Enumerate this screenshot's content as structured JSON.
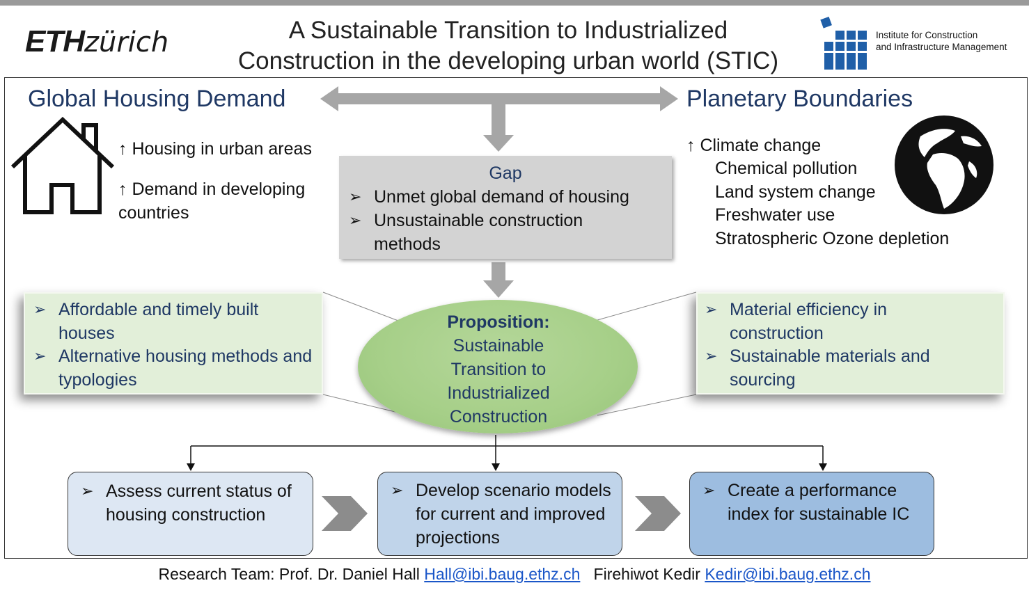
{
  "header": {
    "eth_logo_bold": "ETH",
    "eth_logo_light": "zürich",
    "title_line1": "A Sustainable Transition to Industrialized",
    "title_line2": "Construction in the developing urban world (STIC)",
    "institute_line1": "Institute for Construction",
    "institute_line2": "and Infrastructure Management"
  },
  "left": {
    "heading": "Global Housing Demand",
    "point1": "↑ Housing in urban areas",
    "point2_line1": "↑ Demand in developing",
    "point2_line2": "countries"
  },
  "right": {
    "heading": "Planetary Boundaries",
    "items": [
      "↑ Climate change",
      "Chemical pollution",
      "Land system change",
      "Freshwater use",
      "Stratospheric Ozone depletion"
    ]
  },
  "gap": {
    "title": "Gap",
    "bullet_marker": "➢",
    "items": [
      "Unmet global demand of housing",
      "Unsustainable construction methods"
    ]
  },
  "left_box": {
    "items": [
      "Affordable and timely built houses",
      "Alternative housing methods and  typologies"
    ]
  },
  "right_box": {
    "items": [
      "Material efficiency in construction",
      "Sustainable materials and sourcing"
    ]
  },
  "proposition": {
    "title": "Proposition:",
    "line1": "Sustainable",
    "line2": "Transition to",
    "line3": "Industrialized",
    "line4": "Construction"
  },
  "steps": [
    {
      "text": "Assess current status of housing construction"
    },
    {
      "text": "Develop scenario models for current and improved projections"
    },
    {
      "text": "Create a performance index for sustainable IC"
    }
  ],
  "footer": {
    "team_label": "Research Team: Prof. Dr. Daniel Hall",
    "email1": "Hall@ibi.baug.ethz.ch",
    "name2": "Firehiwot Kedir",
    "email2": "Kedir@ibi.baug.ethz.ch"
  },
  "colors": {
    "heading_blue": "#1f3864",
    "gap_gray": "#d3d3d3",
    "green_box": "#e2efd9",
    "ellipse_green": "#a6cf88",
    "step1": "#dde7f3",
    "step2": "#c0d4ea",
    "step3": "#9dbde0",
    "ibi_blue": "#1f5fa8",
    "arrow_gray": "#a6a6a6"
  },
  "icons": [
    "house-icon",
    "globe-icon",
    "double-arrow-icon",
    "down-arrow-icon",
    "chevron-right-icon",
    "ibi-logo"
  ]
}
